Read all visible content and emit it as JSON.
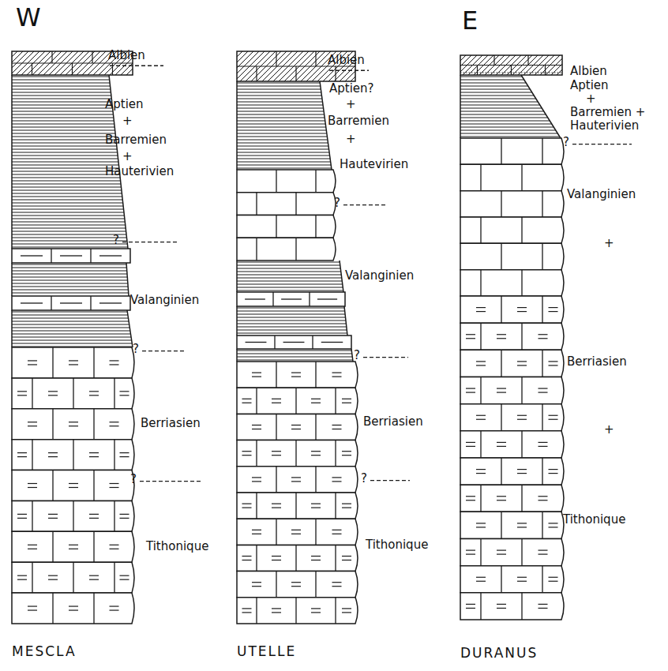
{
  "diagram": {
    "labels": [
      "W",
      "E",
      "Albien",
      "Aptien",
      "+",
      "Barremien",
      "+",
      "Hauterivien",
      "?",
      "Valanginien",
      "?",
      "Berriasien",
      "?",
      "Tithonique",
      "Albien",
      "Aptien?",
      "+",
      "Barremien",
      "+",
      "Hautevirien",
      "?",
      "Valanginien",
      "?",
      "Berriasien",
      "?",
      "Tithonique",
      "Albien",
      "Aptien",
      "+",
      "Barremien +",
      "Hauterivien",
      "?",
      "Valanginien",
      "+",
      "Berriasien",
      "+",
      "Tithonique",
      "MESCLA",
      "UTELLE",
      "DURANUS"
    ]
  }
}
